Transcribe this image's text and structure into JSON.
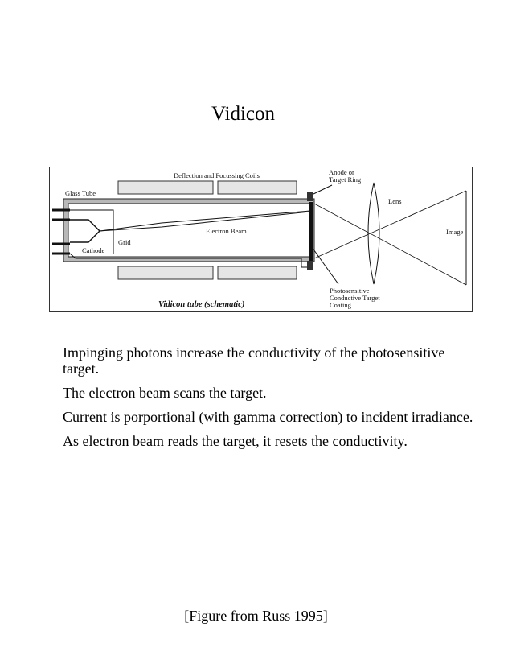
{
  "page": {
    "title": "Vidicon",
    "footer": "[Figure from Russ 1995]"
  },
  "figure": {
    "caption": "Vidicon tube (schematic)",
    "labels": {
      "coils": "Deflection and Focussing Coils",
      "glass_tube": "Glass Tube",
      "anode_line1": "Anode or",
      "anode_line2": "Target Ring",
      "lens": "Lens",
      "electron_beam": "Electron Beam",
      "grid": "Grid",
      "cathode": "Cathode",
      "image": "Image",
      "target_line1": "Photosensitive",
      "target_line2": "Conductive Target",
      "target_line3": "Coating"
    },
    "colors": {
      "glass": "#b8b8b8",
      "coil_fill": "#e6e6e6",
      "ink": "#111111"
    }
  },
  "bullets": [
    "Impinging photons increase the conductivity of the photosensitive target.",
    "The electron beam scans the target.",
    "Current is porportional (with gamma correction) to incident irradiance.",
    "As electron beam reads the target, it resets the conductivity."
  ]
}
